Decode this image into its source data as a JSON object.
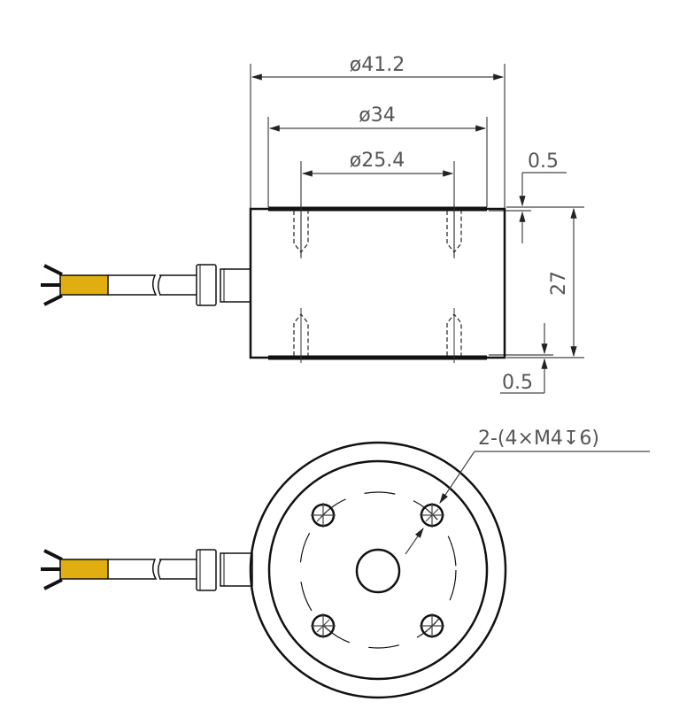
{
  "drawing": {
    "dimensions": {
      "outer_diameter": "ø41.2",
      "mid_diameter": "ø34",
      "bolt_spacing": "ø25.4",
      "top_gap": "0.5",
      "height": "27",
      "bottom_gap": "0.5",
      "thread_callout": "2-(4×M4↧6)"
    },
    "colors": {
      "line": "#111111",
      "cable_sleeve": "#E0AE10",
      "dimension_text": "#555555"
    }
  }
}
